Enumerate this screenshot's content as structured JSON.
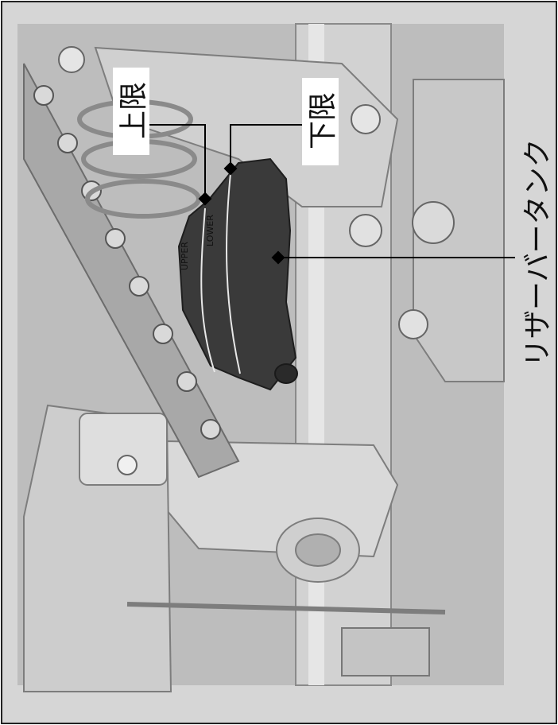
{
  "labels": {
    "upper_limit": "上限",
    "lower_limit": "下限",
    "reservoir_tank": "リザーバータンク",
    "tank_mark_upper": "UPPER",
    "tank_mark_lower": "LOWER"
  },
  "colors": {
    "page_bg": "#d6d6d6",
    "illustration_bg": "#bdbdbd",
    "tank": "#3a3a3a",
    "leader": "#000000"
  }
}
